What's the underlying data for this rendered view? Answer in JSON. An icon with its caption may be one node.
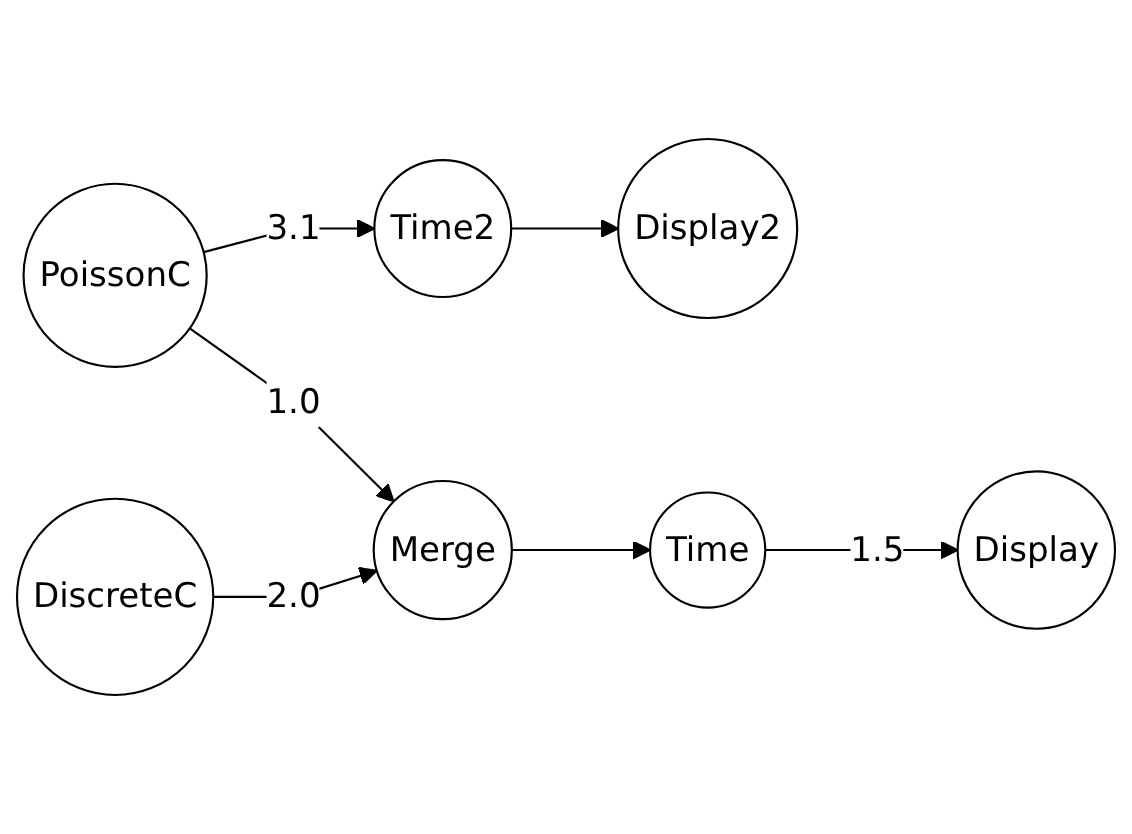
{
  "diagram": {
    "nodes": [
      {
        "text": [
          "Time2"
        ]
      },
      {
        "text": [
          "Display2"
        ]
      },
      {
        "text": [
          "PoissonC"
        ]
      },
      {
        "text": [
          "Merge"
        ]
      },
      {
        "text": [
          "Time"
        ]
      },
      {
        "text": [
          "Display"
        ]
      },
      {
        "text": [
          "DiscreteC"
        ]
      }
    ],
    "edges": [
      {
        "from": 2,
        "to": 0,
        "arrow": "to",
        "label": "3.1"
      },
      {
        "from": 0,
        "to": 1,
        "arrow": "to"
      },
      {
        "from": 2,
        "to": 3,
        "arrow": "to",
        "label": "1.0"
      },
      {
        "from": 6,
        "to": 3,
        "arrow": "to",
        "label": "2.0"
      },
      {
        "from": 3,
        "to": 4,
        "arrow": "to"
      },
      {
        "from": 4,
        "to": 5,
        "arrow": "to",
        "label": "1.5"
      }
    ]
  }
}
